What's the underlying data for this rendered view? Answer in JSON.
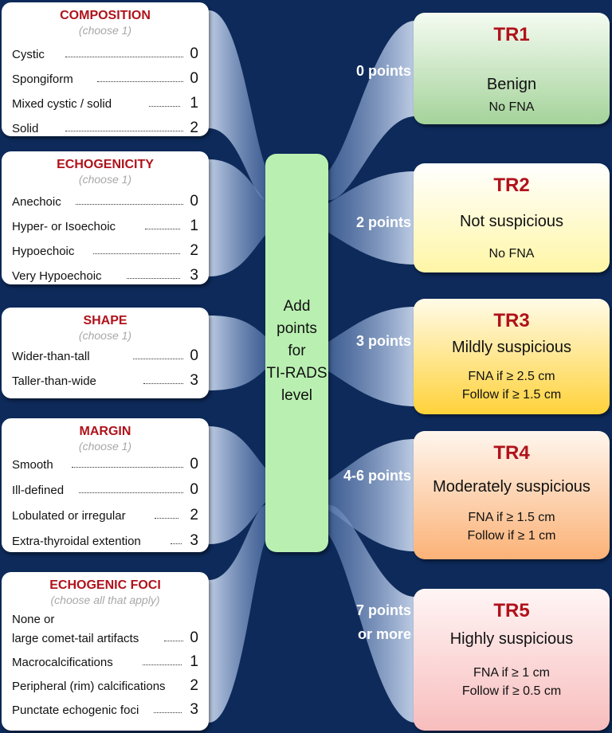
{
  "center": {
    "lines": [
      "Add",
      "points",
      "for",
      "TI-RADS",
      "level"
    ]
  },
  "categories": [
    {
      "title": "COMPOSITION",
      "subtitle": "(choose 1)",
      "rows": [
        {
          "label": "Cystic",
          "points": "0"
        },
        {
          "label": "Spongiform",
          "points": "0"
        },
        {
          "label": "Mixed cystic / solid",
          "points": "1"
        },
        {
          "label": "Solid",
          "points": "2"
        }
      ]
    },
    {
      "title": "ECHOGENICITY",
      "subtitle": "(choose 1)",
      "rows": [
        {
          "label": "Anechoic",
          "points": "0"
        },
        {
          "label": "Hyper- or Isoechoic",
          "points": "1"
        },
        {
          "label": "Hypoechoic",
          "points": "2"
        },
        {
          "label": "Very Hypoechoic",
          "points": "3"
        }
      ]
    },
    {
      "title": "SHAPE",
      "subtitle": "(choose 1)",
      "rows": [
        {
          "label": "Wider-than-tall",
          "points": "0"
        },
        {
          "label": "Taller-than-wide",
          "points": "3"
        }
      ]
    },
    {
      "title": "MARGIN",
      "subtitle": "(choose 1)",
      "rows": [
        {
          "label": "Smooth",
          "points": "0"
        },
        {
          "label": "Ill-defined",
          "points": "0"
        },
        {
          "label": "Lobulated or irregular",
          "points": "2"
        },
        {
          "label": "Extra-thyroidal extention",
          "points": "3"
        }
      ]
    },
    {
      "title": "ECHOGENIC FOCI",
      "subtitle": "(choose all that apply)",
      "rows": [
        {
          "label": "large comet-tail artifacts",
          "label_line1": "None or",
          "points": "0"
        },
        {
          "label": "Macrocalcifications",
          "points": "1"
        },
        {
          "label": "Peripheral (rim) calcifications",
          "points": "2"
        },
        {
          "label": "Punctate echogenic foci",
          "points": "3"
        }
      ]
    }
  ],
  "levels": [
    {
      "code": "TR1",
      "points_label": [
        "0 points"
      ],
      "description": "Benign",
      "fna": [
        "No FNA"
      ],
      "colors": [
        "#f5fbf2",
        "#a4d39a"
      ]
    },
    {
      "code": "TR2",
      "points_label": [
        "2 points"
      ],
      "description": "Not suspicious",
      "fna": [
        "No FNA"
      ],
      "colors": [
        "#ffffff",
        "#fff6a6"
      ]
    },
    {
      "code": "TR3",
      "points_label": [
        "3 points"
      ],
      "description": "Mildly suspicious",
      "fna": [
        "FNA if ≥ 2.5 cm",
        "Follow if ≥ 1.5 cm"
      ],
      "colors": [
        "#fffbe8",
        "#ffd23a"
      ]
    },
    {
      "code": "TR4",
      "points_label": [
        "4-6 points"
      ],
      "description": "Moderately suspicious",
      "fna": [
        "FNA if ≥ 1.5 cm",
        "Follow if ≥ 1 cm"
      ],
      "colors": [
        "#fff6ee",
        "#fbb277"
      ]
    },
    {
      "code": "TR5",
      "points_label": [
        "7 points",
        "or more"
      ],
      "description": "Highly suspicious",
      "fna": [
        "FNA if ≥ 1 cm",
        "Follow if ≥ 0.5 cm"
      ],
      "colors": [
        "#fff5f5",
        "#f8bdbd"
      ]
    }
  ]
}
